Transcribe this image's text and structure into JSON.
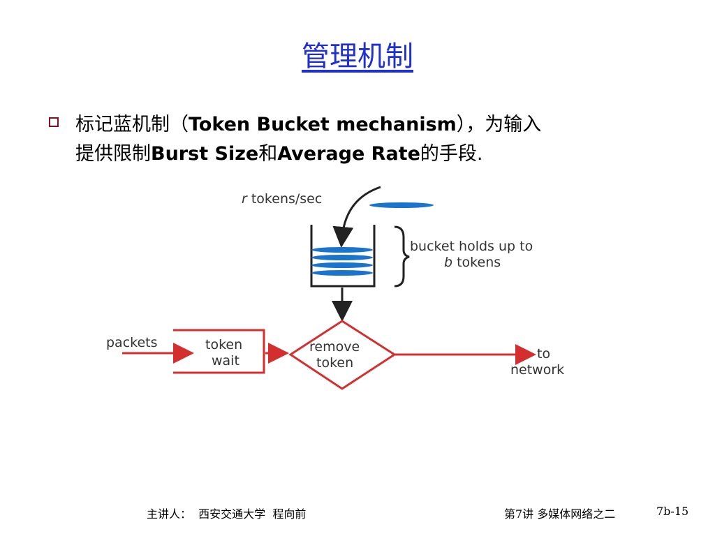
{
  "slide": {
    "title": "管理机制",
    "bullet": {
      "part1": "标记蓝机制（",
      "part2_bold": "Token Bucket mechanism",
      "part3": "），为输入",
      "part4": "提供限制",
      "part5_bold": "Burst Size",
      "part6": "和",
      "part7_bold": "Average Rate",
      "part8": "的手段."
    }
  },
  "diagram": {
    "rate_var": "r",
    "rate_label": " tokens/sec",
    "bucket_label_line1": "bucket holds up to",
    "bucket_var": "b",
    "bucket_label_line2": "  tokens",
    "packets_label": "packets",
    "token_wait_line1": "token",
    "token_wait_line2": "wait",
    "remove_line1": "remove",
    "remove_line2": "token",
    "to_line1": "to",
    "to_line2": "network",
    "colors": {
      "token": "#1a73cc",
      "flow": "#d42f2f",
      "bucket": "#222222"
    }
  },
  "footer": {
    "lecturer": "主讲人：  西安交通大学  程向前",
    "lecture": "第7讲 多媒体网络之二",
    "page": "7b-15"
  }
}
